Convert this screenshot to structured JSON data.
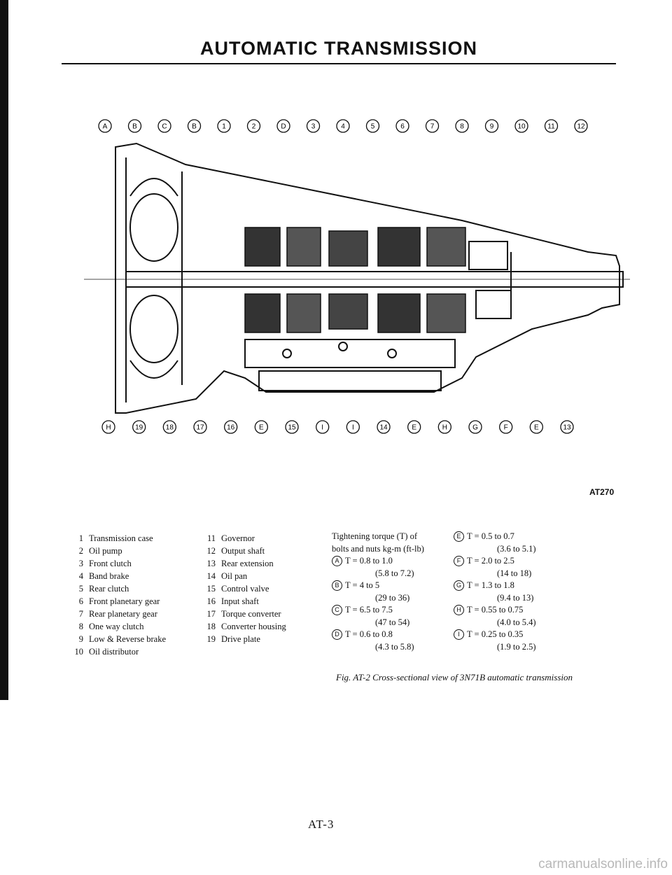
{
  "header": {
    "title": "AUTOMATIC TRANSMISSION"
  },
  "figure": {
    "reference": "AT270",
    "top_callouts": [
      "A",
      "B",
      "C",
      "B",
      "1",
      "2",
      "D",
      "3",
      "4",
      "5",
      "6",
      "7",
      "8",
      "9",
      "10",
      "11",
      "12"
    ],
    "bottom_callouts": [
      "H",
      "19",
      "18",
      "17",
      "16",
      "E",
      "15",
      "I",
      "I",
      "14",
      "E",
      "H",
      "G",
      "F",
      "E",
      "13"
    ]
  },
  "parts": [
    {
      "num": "1",
      "name": "Transmission case"
    },
    {
      "num": "2",
      "name": "Oil pump"
    },
    {
      "num": "3",
      "name": "Front clutch"
    },
    {
      "num": "4",
      "name": "Band brake"
    },
    {
      "num": "5",
      "name": "Rear clutch"
    },
    {
      "num": "6",
      "name": "Front planetary gear"
    },
    {
      "num": "7",
      "name": "Rear planetary gear"
    },
    {
      "num": "8",
      "name": "One way clutch"
    },
    {
      "num": "9",
      "name": "Low & Reverse brake"
    },
    {
      "num": "10",
      "name": "Oil distributor"
    },
    {
      "num": "11",
      "name": "Governor"
    },
    {
      "num": "12",
      "name": "Output shaft"
    },
    {
      "num": "13",
      "name": "Rear extension"
    },
    {
      "num": "14",
      "name": "Oil pan"
    },
    {
      "num": "15",
      "name": "Control valve"
    },
    {
      "num": "16",
      "name": "Input shaft"
    },
    {
      "num": "17",
      "name": "Torque converter"
    },
    {
      "num": "18",
      "name": "Converter housing"
    },
    {
      "num": "19",
      "name": "Drive plate"
    }
  ],
  "torque": {
    "heading_line1": "Tightening torque (T) of",
    "heading_line2": "bolts and nuts kg-m (ft-lb)",
    "specs": [
      {
        "mark": "A",
        "value": "T = 0.8 to 1.0",
        "alt": "(5.8 to 7.2)"
      },
      {
        "mark": "B",
        "value": "T = 4 to 5",
        "alt": "(29 to 36)"
      },
      {
        "mark": "C",
        "value": "T = 6.5 to 7.5",
        "alt": "(47 to 54)"
      },
      {
        "mark": "D",
        "value": "T = 0.6 to 0.8",
        "alt": "(4.3 to 5.8)"
      },
      {
        "mark": "E",
        "value": "T = 0.5 to 0.7",
        "alt": "(3.6 to 5.1)"
      },
      {
        "mark": "F",
        "value": "T = 2.0 to 2.5",
        "alt": "(14 to 18)"
      },
      {
        "mark": "G",
        "value": "T = 1.3 to 1.8",
        "alt": "(9.4 to 13)"
      },
      {
        "mark": "H",
        "value": "T = 0.55 to 0.75",
        "alt": "(4.0 to 5.4)"
      },
      {
        "mark": "I",
        "value": "T = 0.25 to 0.35",
        "alt": "(1.9 to 2.5)"
      }
    ]
  },
  "caption": "Fig. AT-2 Cross-sectional view of 3N71B automatic transmission",
  "page_number": "AT-3",
  "watermark": "carmanualsonline.info"
}
